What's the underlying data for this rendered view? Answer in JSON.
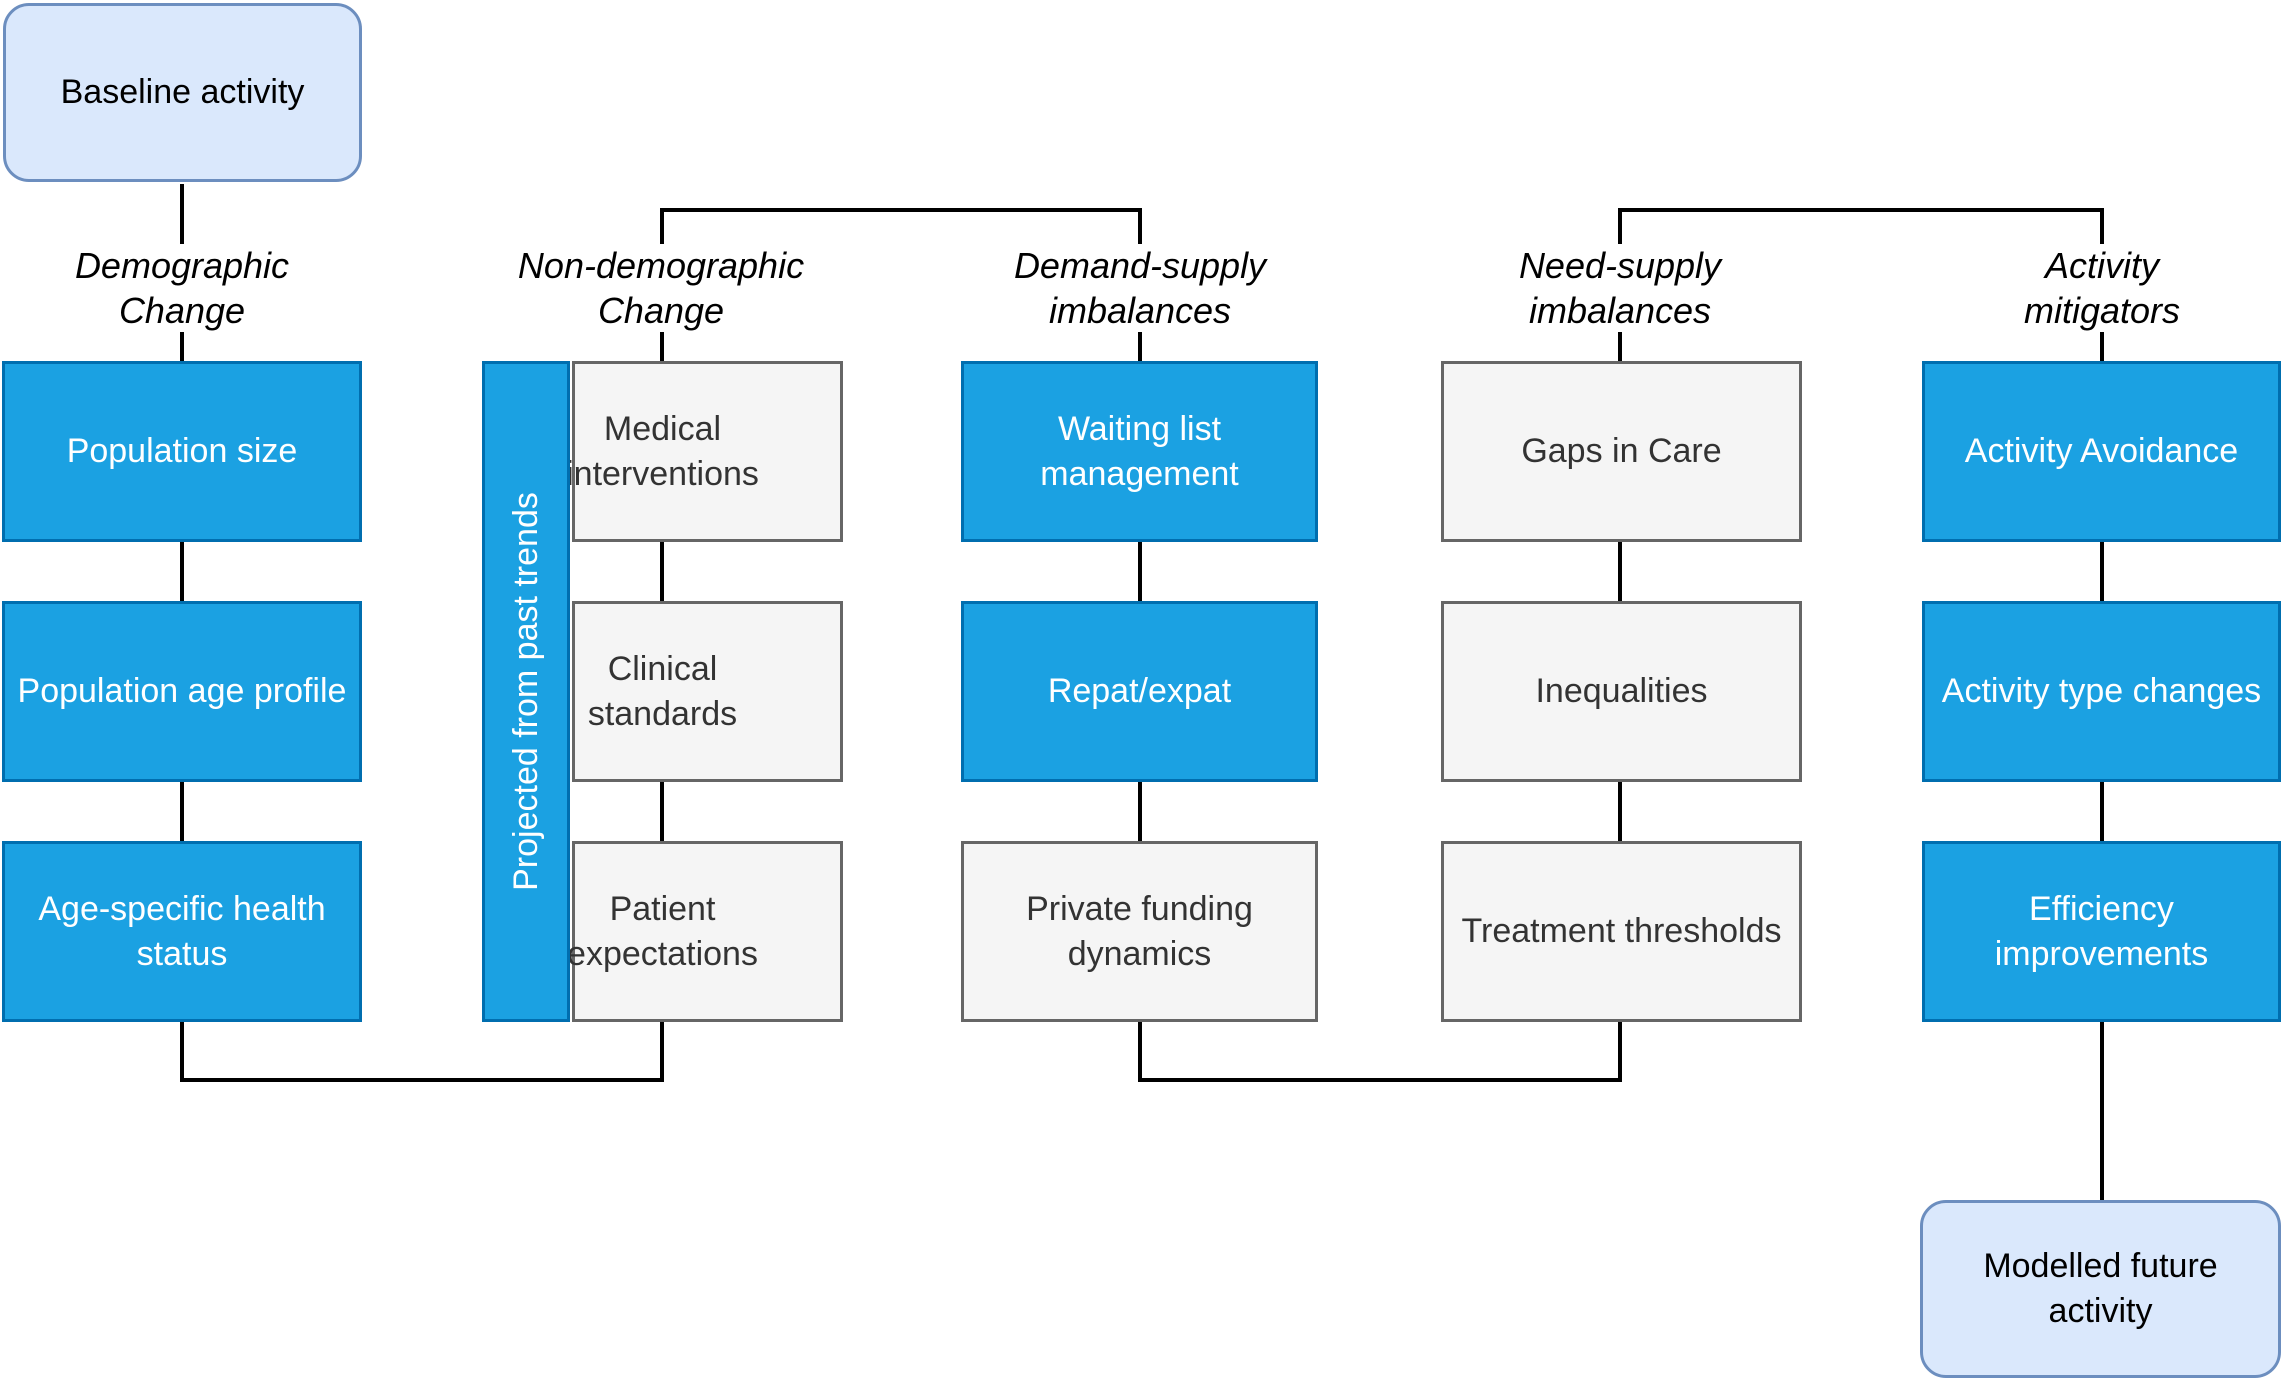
{
  "colors": {
    "node_blue_fill": "#1BA1E2",
    "node_blue_border": "#006EAF",
    "node_gray_fill": "#F5F5F5",
    "node_gray_border": "#666666",
    "terminal_fill": "#DAE8FC",
    "terminal_border": "#6C8EBF",
    "connector": "#000000"
  },
  "terminals": {
    "baseline": {
      "label": "Baseline activity"
    },
    "modelled": {
      "label": "Modelled future activity"
    }
  },
  "projected_bar": {
    "label": "Projected from past trends"
  },
  "columns": [
    {
      "header": "Demographic\nChange",
      "boxes": [
        "Population size",
        "Population age profile",
        "Age-specific health status"
      ]
    },
    {
      "header": "Non-demographic\nChange",
      "boxes": [
        "Medical interventions",
        "Clinical standards",
        "Patient expectations"
      ]
    },
    {
      "header": "Demand-supply\nimbalances",
      "boxes": [
        "Waiting list management",
        "Repat/expat",
        "Private funding dynamics"
      ]
    },
    {
      "header": "Need-supply\nimbalances",
      "boxes": [
        "Gaps in Care",
        "Inequalities",
        "Treatment thresholds"
      ]
    },
    {
      "header": "Activity\nmitigators",
      "boxes": [
        "Activity Avoidance",
        "Activity type changes",
        "Efficiency improvements"
      ]
    }
  ]
}
